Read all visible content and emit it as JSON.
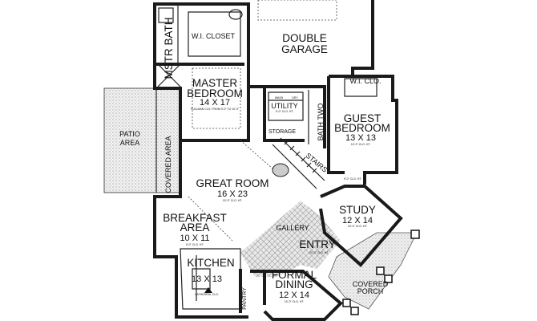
{
  "rooms": {
    "master_bath": "MSTR BATH",
    "wi_closet": "W.I. CLOSET",
    "garage": "DOUBLE GARAGE",
    "master_bedroom": {
      "name": "MASTER BEDROOM",
      "size": "14 X 17",
      "note": "PULLMAN CLG. FROM 9'-0\" TO 10'-0\""
    },
    "utility": {
      "name": "UTILITY",
      "note": "9'-0\" CLG. HT.",
      "wash": "WASH",
      "dry": "DRY"
    },
    "storage": "STORAGE",
    "bath_two": "BATH TWO",
    "wi_clo": "W.I. CLO.",
    "guest_bedroom": {
      "name": "GUEST BEDROOM",
      "size": "13 X 13",
      "note": "10'-0\" CLG. HT."
    },
    "patio": "PATIO AREA",
    "covered_area": "COVERED AREA",
    "stairs": "STAIRS",
    "great_room": {
      "name": "GREAT ROOM",
      "size": "16 X 23",
      "note": "10'-0\" CLG. HT."
    },
    "breakfast": {
      "name": "BREAKFAST AREA",
      "size": "10 X 11",
      "note": "9'-0\" CLG. HT."
    },
    "gallery": "GALLERY",
    "entry": {
      "name": "ENTRY",
      "note": "20'-0\" CLG. HT."
    },
    "study": {
      "name": "STUDY",
      "size": "12 X 14",
      "note": "10'-0\" CLG. HT."
    },
    "kitchen": {
      "name": "KITCHEN",
      "size": "13 X 13",
      "note": "CATHEDRAL CLG."
    },
    "pantry": "PANTRY",
    "formal_dining": {
      "name": "FORMAL DINING",
      "size": "12 X 14",
      "note": "10'-0\" CLG. HT."
    },
    "covered_porch": "COVERED PORCH",
    "clo_note": "9'-0\" CLG. HT."
  }
}
